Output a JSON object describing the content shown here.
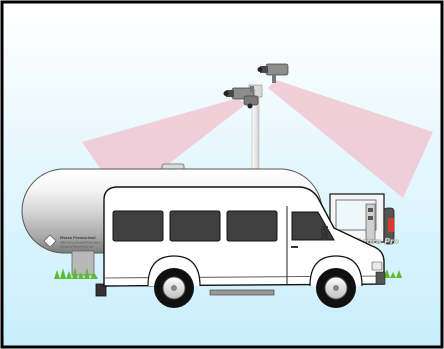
{
  "scene": {
    "tank_label": {
      "title": "Massa Pressurized",
      "line1": "With Fixed Shutoff Pilot Valve",
      "line2": "Gauging Manufacturing"
    },
    "van_door_text": "Cobra Pro",
    "colors": {
      "sky_top": "#ffffff",
      "sky_bottom": "#c8eefc",
      "camera_beam": "#f2c0cc",
      "tank_body": "#e6e6e6",
      "van_body": "#ffffff",
      "grass": "#5dbb33",
      "frame": "#000000"
    },
    "icons": [
      "security-camera-icon",
      "security-camera-icon",
      "security-camera-icon"
    ]
  }
}
